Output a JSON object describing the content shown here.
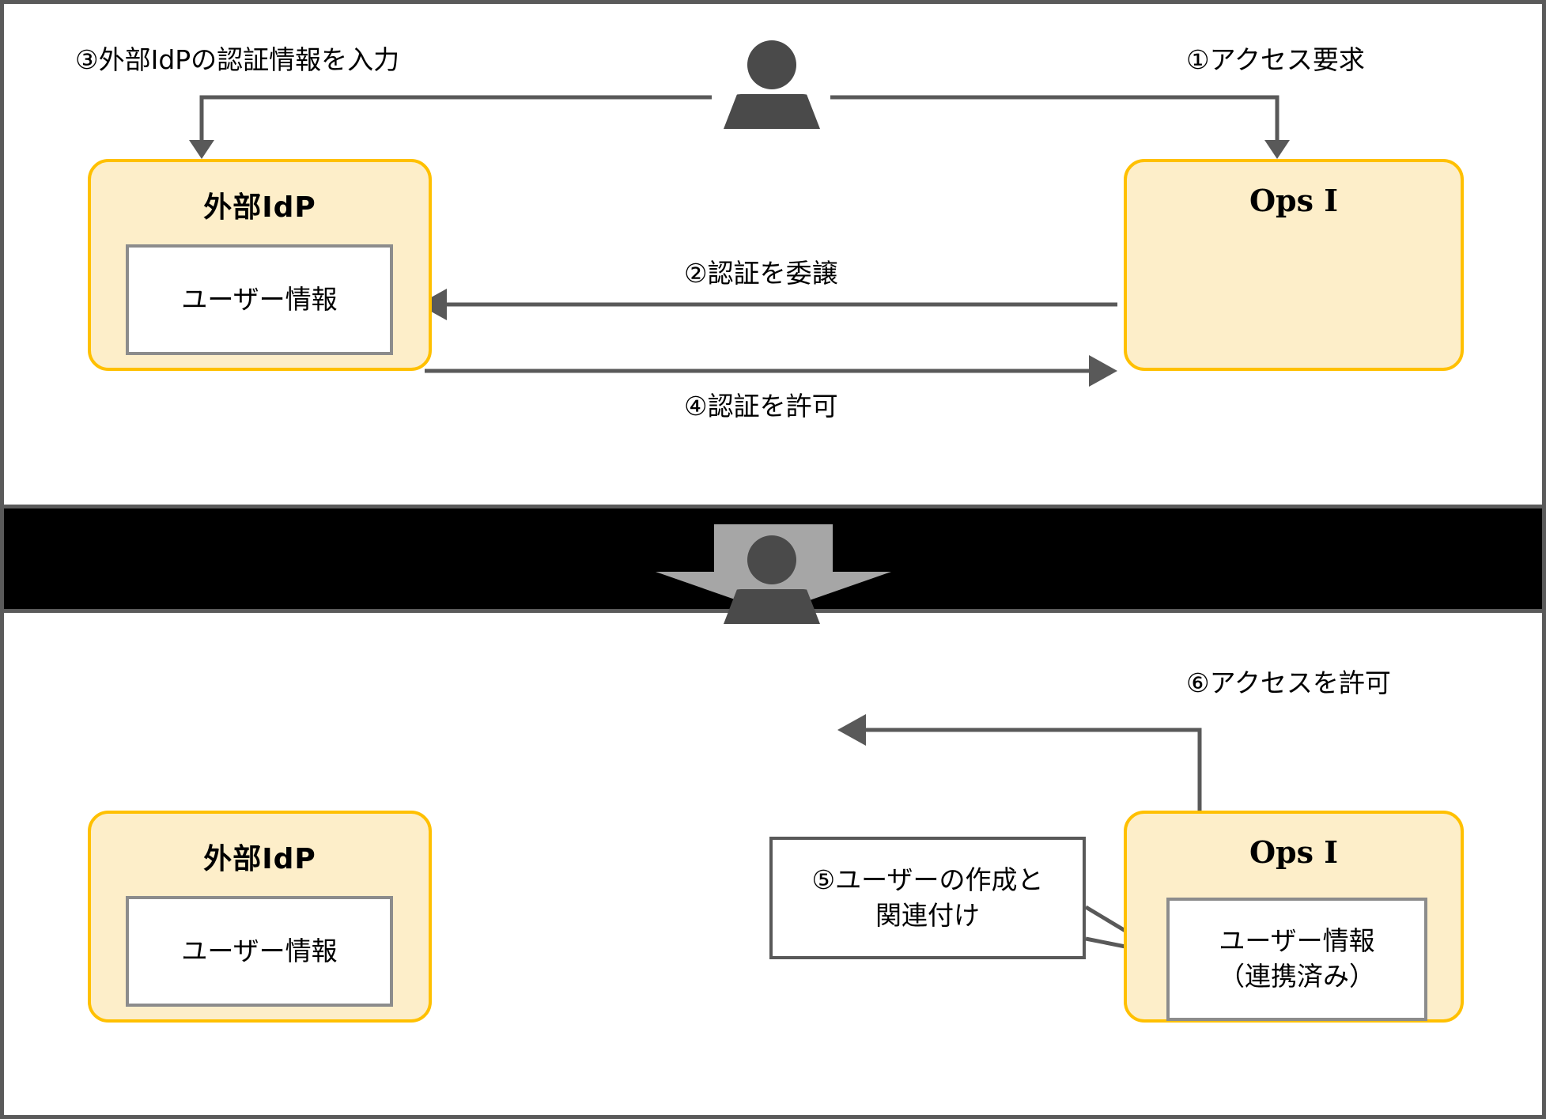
{
  "diagram": {
    "title_semantic": "external-idp-federation-flow",
    "colors": {
      "box_fill": "#fdeec9",
      "box_border": "#ffc000",
      "info_border": "#8c8c8c",
      "arrow": "#595959",
      "person": "#4a4a4a",
      "band": "#000000",
      "band_arrow": "#a6a6a6",
      "frame": "#5a5a5a"
    }
  },
  "top_panel": {
    "actor_label": "user-person-icon",
    "steps": {
      "step1": "①アクセス要求",
      "step2": "②認証を委譲",
      "step3": "③外部IdPの認証情報を入力",
      "step4": "④認証を許可"
    },
    "idp_box": {
      "title": "外部IdP",
      "info_box": "ユーザー情報"
    },
    "ops_box": {
      "title": "Ops I"
    }
  },
  "transition": {
    "arrow": "down-arrow"
  },
  "bottom_panel": {
    "actor_label": "user-person-icon",
    "steps": {
      "step5_line1": "⑤ユーザーの作成と",
      "step5_line2": "関連付け",
      "step6": "⑥アクセスを許可"
    },
    "idp_box": {
      "title": "外部IdP",
      "info_box": "ユーザー情報"
    },
    "ops_box": {
      "title": "Ops I",
      "info_box_line1": "ユーザー情報",
      "info_box_line2": "（連携済み）"
    }
  }
}
